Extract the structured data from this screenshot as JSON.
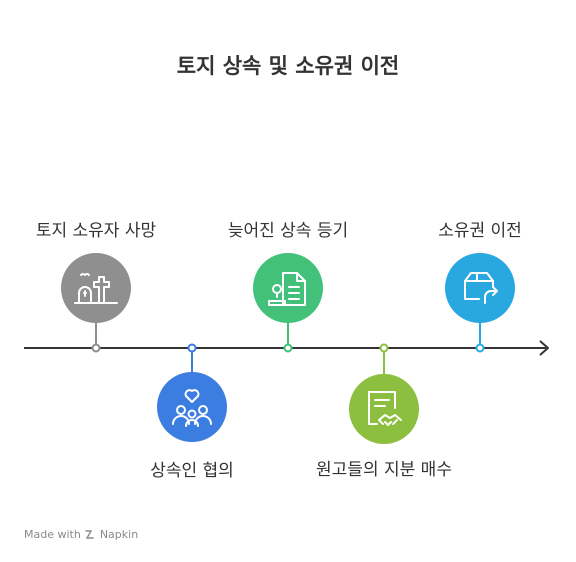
{
  "title": "토지 상속 및 소유권 이전",
  "watermark": {
    "made_with": "Made with",
    "brand": "Napkin"
  },
  "colors": {
    "gray": "#8f8f8f",
    "blue": "#3b7de0",
    "green": "#43c17a",
    "lime": "#8cbf3f",
    "sky": "#29a8e0",
    "axis": "#333333"
  },
  "steps": [
    {
      "label": "토지 소유자 사망",
      "icon": "gravestone-icon",
      "color": "#8f8f8f"
    },
    {
      "label": "상속인 협의",
      "icon": "family-heart-icon",
      "color": "#3b7de0"
    },
    {
      "label": "늦어진 상속 등기",
      "icon": "document-stamp-icon",
      "color": "#43c17a"
    },
    {
      "label": "원고들의 지분 매수",
      "icon": "contract-handshake-icon",
      "color": "#8cbf3f"
    },
    {
      "label": "소유권 이전",
      "icon": "box-transfer-icon",
      "color": "#29a8e0"
    }
  ]
}
